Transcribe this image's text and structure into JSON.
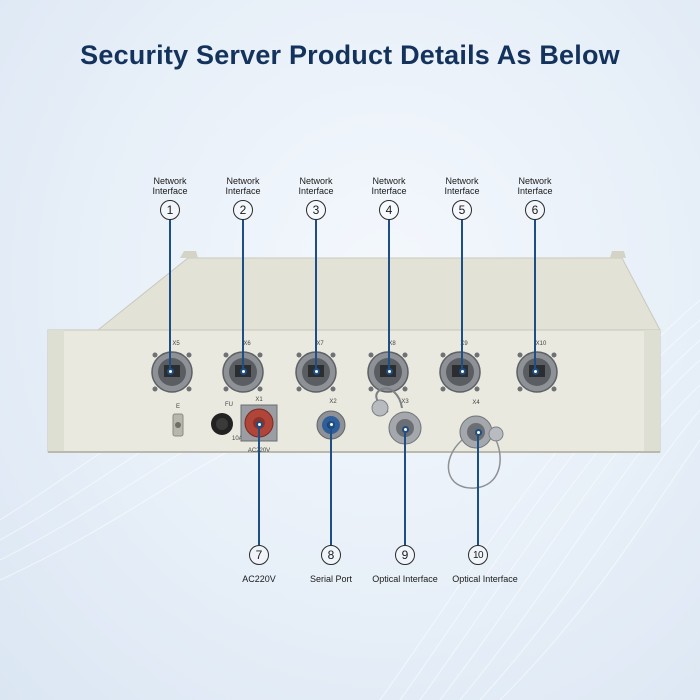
{
  "title": "Security Server Product Details As Below",
  "top_callouts": [
    {
      "number": "1",
      "label_line1": "Network",
      "label_line2": "Interface"
    },
    {
      "number": "2",
      "label_line1": "Network",
      "label_line2": "Interface"
    },
    {
      "number": "3",
      "label_line1": "Network",
      "label_line2": "Interface"
    },
    {
      "number": "4",
      "label_line1": "Network",
      "label_line2": "Interface"
    },
    {
      "number": "5",
      "label_line1": "Network",
      "label_line2": "Interface"
    },
    {
      "number": "6",
      "label_line1": "Network",
      "label_line2": "Interface"
    }
  ],
  "bottom_callouts": [
    {
      "number": "7",
      "label": "AC220V"
    },
    {
      "number": "8",
      "label": "Serial Port"
    },
    {
      "number": "9",
      "label": "Optical Interface"
    },
    {
      "number": "10",
      "label": "Optical Interface"
    }
  ],
  "panel_markings": {
    "port_tags": [
      "X5",
      "X6",
      "X7",
      "X8",
      "X9",
      "X10"
    ],
    "ground": "E",
    "fuse": "FU",
    "fuse_rating": "10A",
    "power": "X1",
    "power_sub": "AC220V",
    "serial": "X2",
    "optical_a": "X3",
    "optical_b": "X4"
  },
  "colors": {
    "title": "#14335c",
    "callout_line": "#1e4f84",
    "chassis": "#e6e6dc"
  }
}
